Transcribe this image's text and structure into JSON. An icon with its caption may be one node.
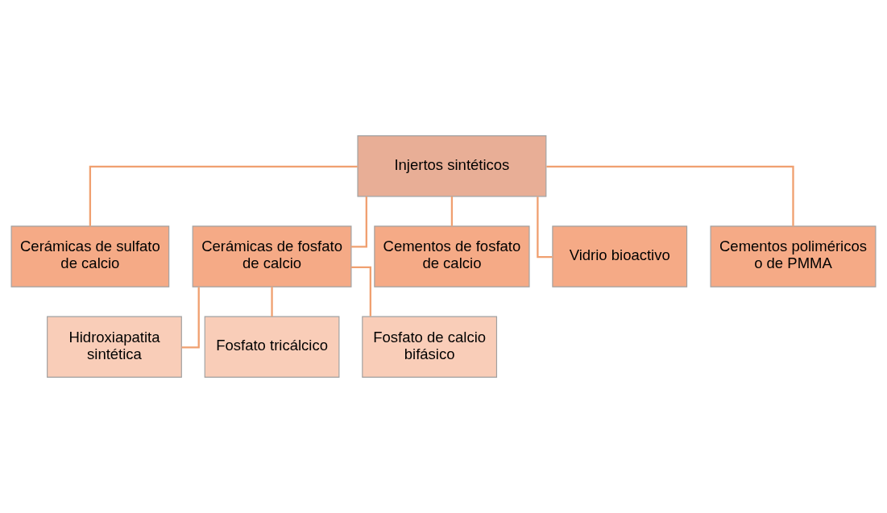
{
  "diagram": {
    "nodes": [
      {
        "text": [
          "Injertos sintéticos"
        ]
      },
      {
        "text": [
          "Cerámicas de sulfato de calcio"
        ]
      },
      {
        "text": [
          "Cerámicas de fosfato de calcio"
        ]
      },
      {
        "text": [
          "Cementos de fosfato de calcio"
        ]
      },
      {
        "text": [
          "Vidrio bioactivo"
        ]
      },
      {
        "text": [
          "Cementos poliméricos o de PMMA"
        ]
      },
      {
        "text": [
          "Hidroxiapatita sintética"
        ]
      },
      {
        "text": [
          "Fosfato tricálcico"
        ]
      },
      {
        "text": [
          "Fosfato de calcio bifásico"
        ]
      }
    ],
    "edges": [
      {
        "from": 0,
        "to": 1,
        "arrow": "none"
      },
      {
        "from": 0,
        "to": 2,
        "arrow": "none"
      },
      {
        "from": 0,
        "to": 3,
        "arrow": "none"
      },
      {
        "from": 0,
        "to": 4,
        "arrow": "none"
      },
      {
        "from": 0,
        "to": 5,
        "arrow": "none"
      },
      {
        "from": 2,
        "to": 6,
        "arrow": "none"
      },
      {
        "from": 2,
        "to": 7,
        "arrow": "none"
      },
      {
        "from": 2,
        "to": 8,
        "arrow": "none"
      }
    ]
  }
}
